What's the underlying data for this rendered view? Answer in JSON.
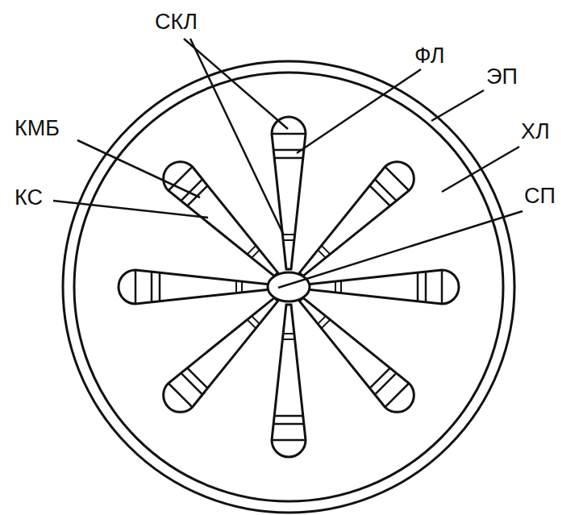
{
  "diagram": {
    "labels": [
      "СКЛ",
      "ФЛ",
      "ЭП",
      "ХЛ",
      "КМБ",
      "КС",
      "СП"
    ]
  }
}
